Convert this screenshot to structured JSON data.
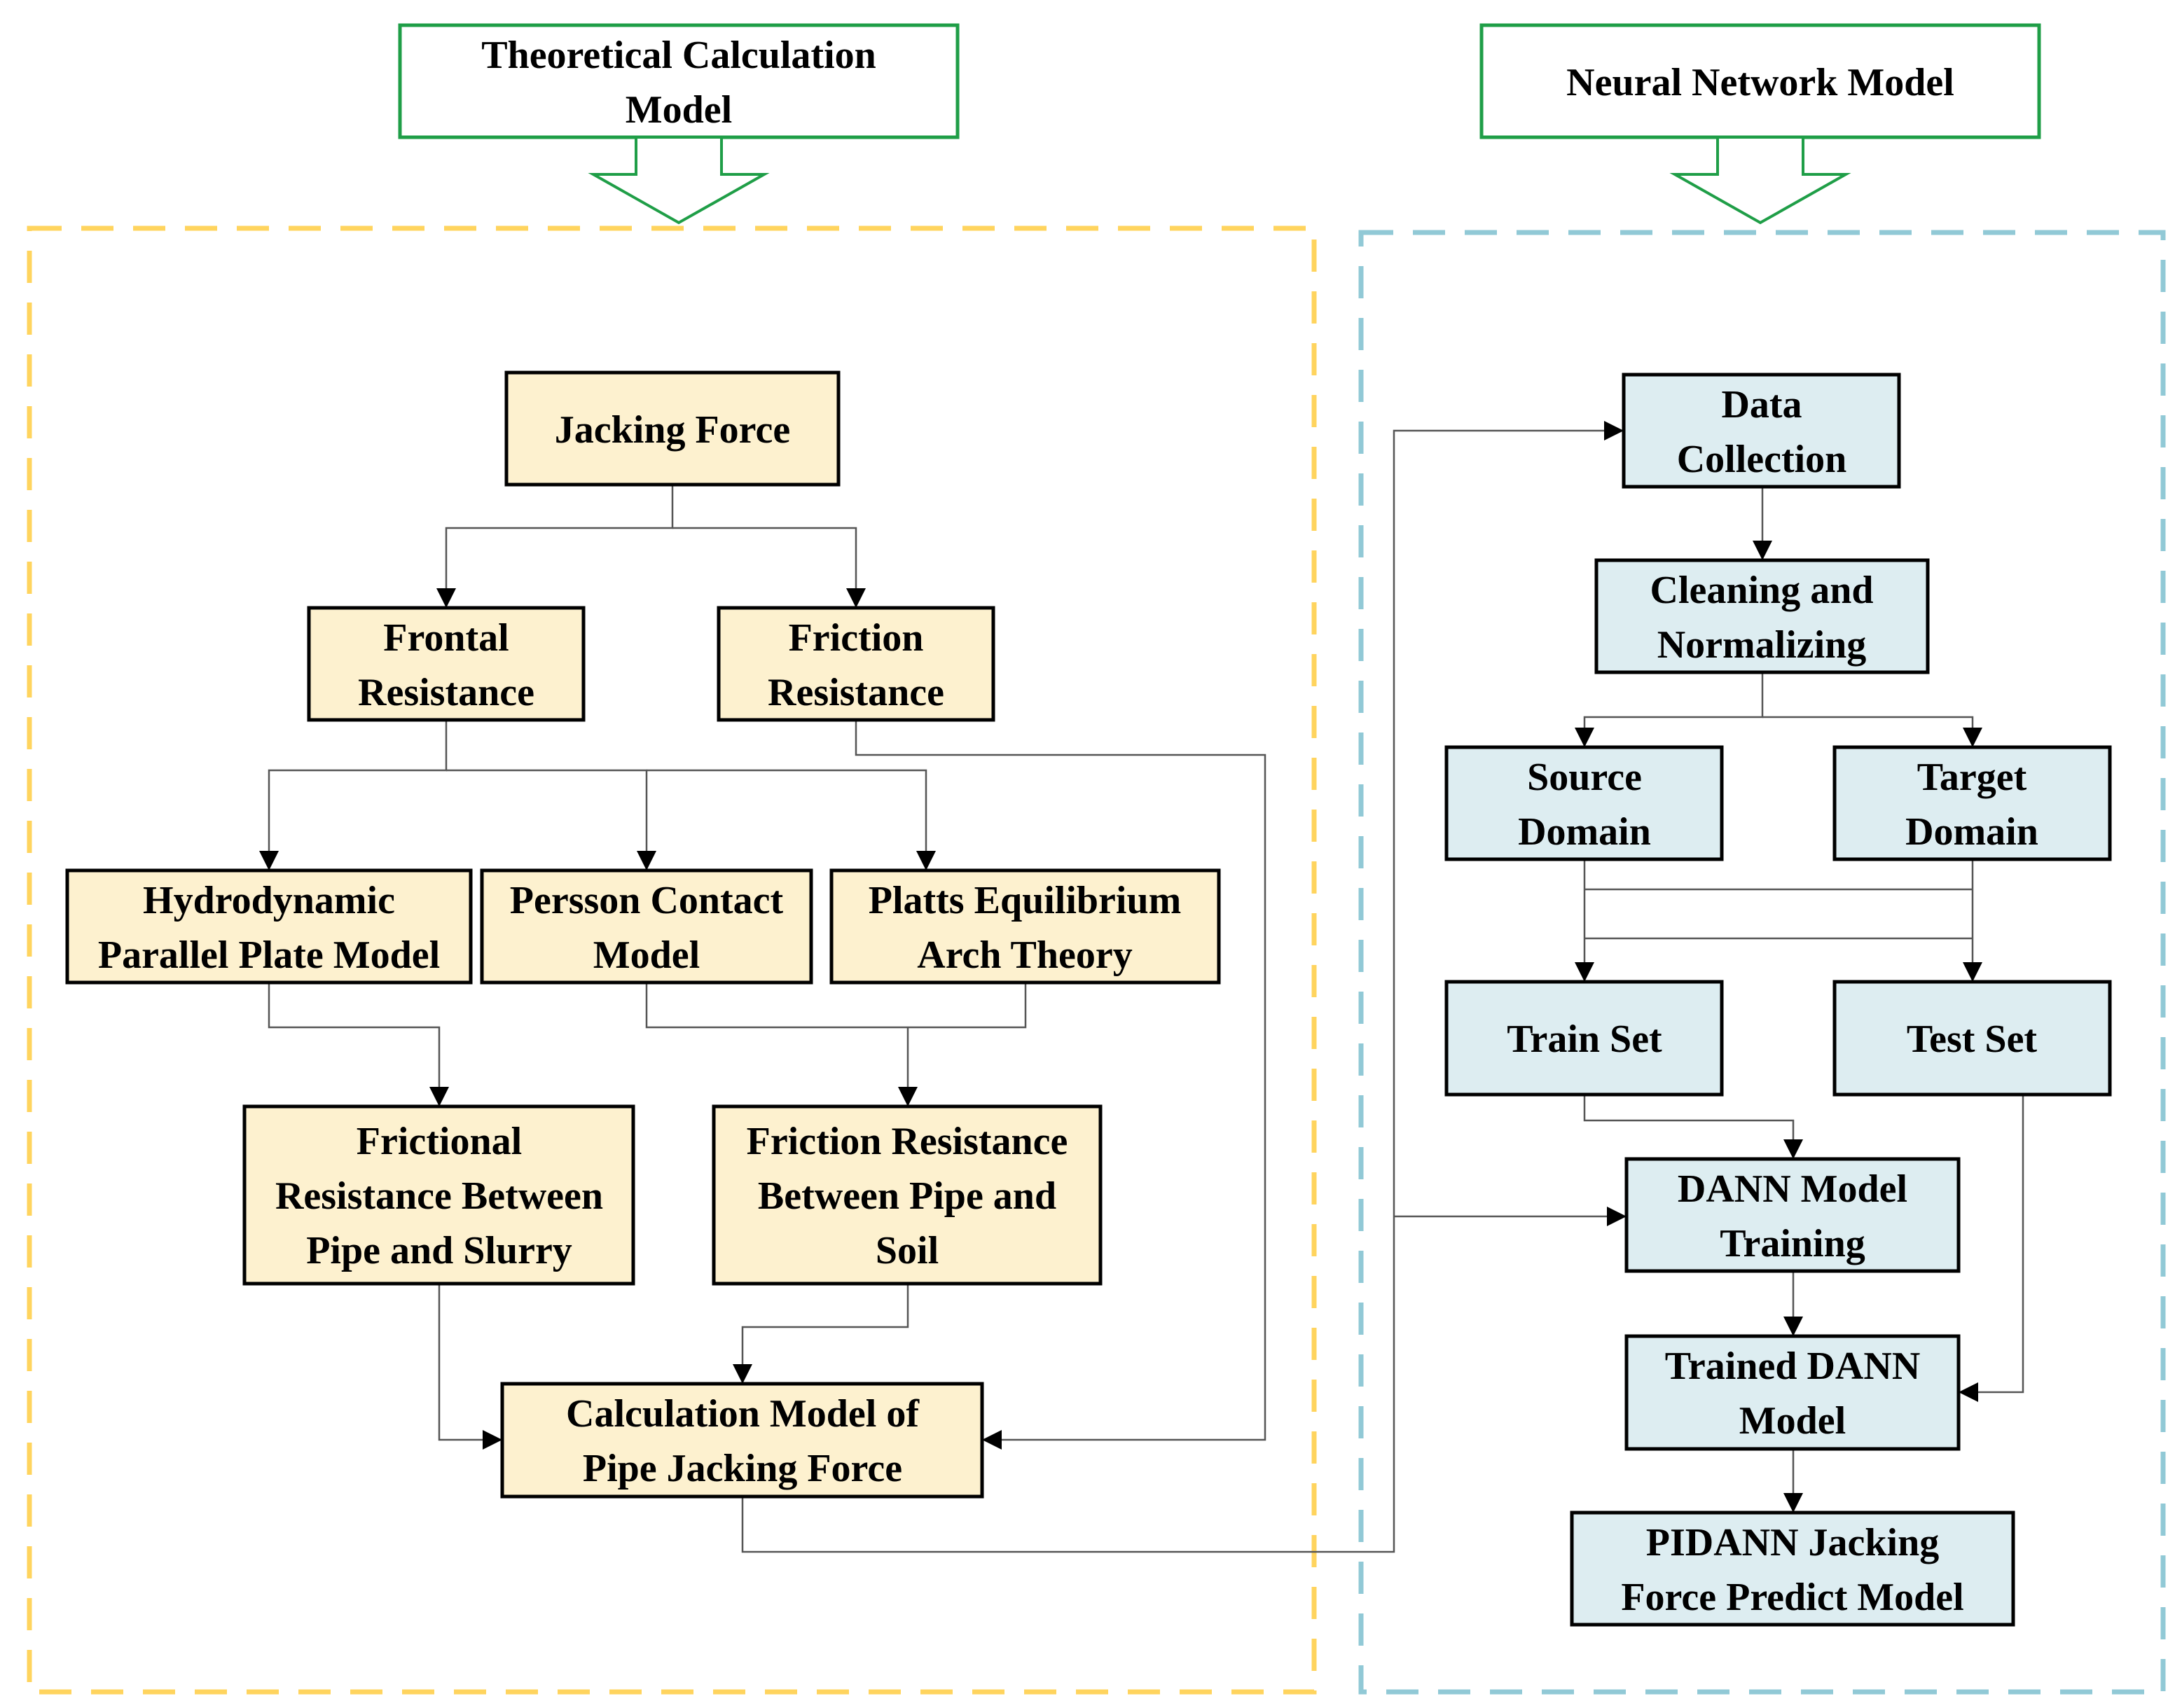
{
  "headers": {
    "theoretical": [
      "Theoretical Calculation",
      "Model"
    ],
    "neural": [
      "Neural Network Model"
    ]
  },
  "left_nodes": {
    "jacking_force": [
      "Jacking Force"
    ],
    "frontal_resistance": [
      "Frontal",
      "Resistance"
    ],
    "friction_resistance": [
      "Friction",
      "Resistance"
    ],
    "hydrodynamic": [
      "Hydrodynamic",
      "Parallel Plate Model"
    ],
    "persson": [
      "Persson Contact",
      "Model"
    ],
    "platts": [
      "Platts Equilibrium",
      "Arch Theory"
    ],
    "frictional_slurry": [
      "Frictional",
      "Resistance Between",
      "Pipe and Slurry"
    ],
    "friction_soil": [
      "Friction Resistance",
      "Between Pipe and",
      "Soil"
    ],
    "calculation_model": [
      "Calculation Model of",
      "Pipe Jacking Force"
    ]
  },
  "right_nodes": {
    "data_collection": [
      "Data",
      "Collection"
    ],
    "cleaning": [
      "Cleaning and",
      "Normalizing"
    ],
    "source_domain": [
      "Source",
      "Domain"
    ],
    "target_domain": [
      "Target",
      "Domain"
    ],
    "train_set": [
      "Train Set"
    ],
    "test_set": [
      "Test Set"
    ],
    "dann_training": [
      "DANN Model",
      "Training"
    ],
    "trained_dann": [
      "Trained DANN",
      "Model"
    ],
    "pidann": [
      "PIDANN Jacking",
      "Force Predict Model"
    ]
  },
  "colors": {
    "left_fill": "#fdf1cf",
    "right_fill": "#ddedf1",
    "header_border": "#1f9e47",
    "left_dash": "#ffd45e",
    "right_dash": "#91c9d6"
  }
}
